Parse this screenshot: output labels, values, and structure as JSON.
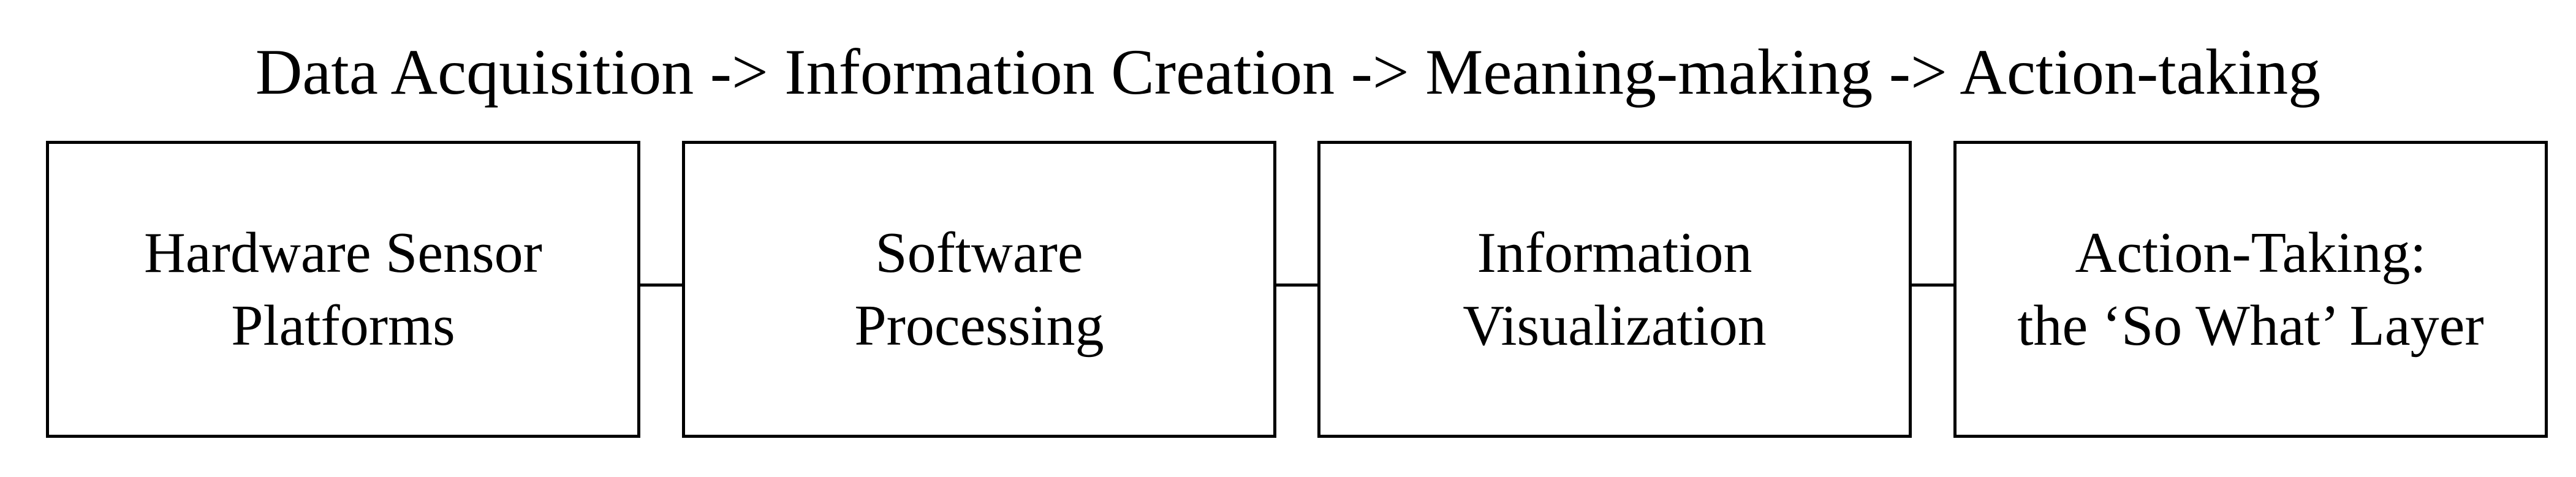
{
  "header": {
    "text": "Data Acquisition -> Information Creation -> Meaning-making -> Action-taking"
  },
  "boxes": [
    {
      "line1": "Hardware Sensor",
      "line2": "Platforms"
    },
    {
      "line1": "Software",
      "line2": "Processing"
    },
    {
      "line1": "Information",
      "line2": "Visualization"
    },
    {
      "line1": "Action-Taking:",
      "line2": "the ‘So What’ Layer"
    }
  ]
}
